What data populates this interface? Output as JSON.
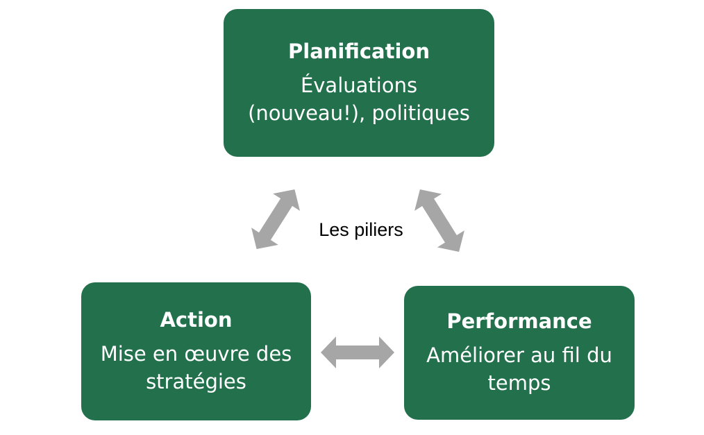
{
  "diagram": {
    "center_label": "Les piliers",
    "nodes": {
      "planification": {
        "title": "Planification",
        "desc_line1": "Évaluations",
        "desc_line2": "(nouveau!), politiques"
      },
      "action": {
        "title": "Action",
        "desc_line1": "Mise en œuvre des",
        "desc_line2": "stratégies"
      },
      "performance": {
        "title": "Performance",
        "desc_line1": "Améliorer au fil du",
        "desc_line2": "temps"
      }
    },
    "colors": {
      "node_fill": "#23704d",
      "node_text": "#ffffff",
      "arrow": "#a6a6a6"
    }
  }
}
